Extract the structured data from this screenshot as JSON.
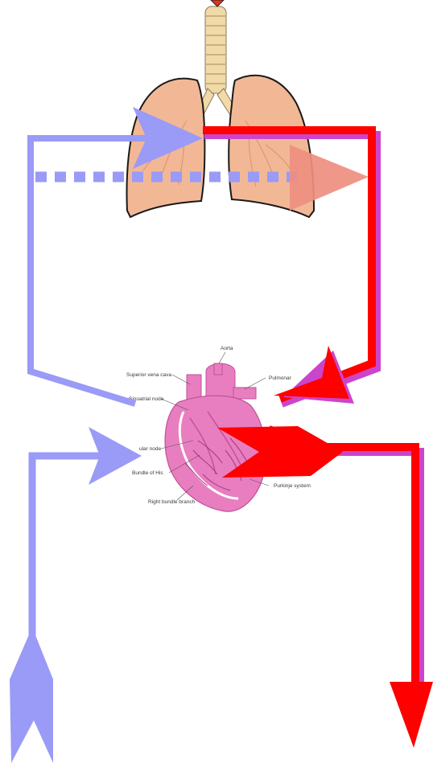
{
  "colors": {
    "deoxygenated": "#9A9AF7",
    "oxygenated": "#FF0000",
    "oxygenated_shadow": "#CC44CC",
    "lung_fill": "#F2B896",
    "lung_outline": "#1a1a1a",
    "heart_fill": "#E87EBF",
    "heart_dark": "#C2509A",
    "trachea": "#F1D9A8"
  },
  "heart_labels": {
    "aorta": "Aorta",
    "superior_vena_cava": "Superior vena cava",
    "pulmonary": "Pulmonar",
    "sinoatrial_node": "Sinoatrial node",
    "av_node": "ular node",
    "bundle_of_his": "Bundle of His",
    "purkinje": "Purkinje system",
    "right_bundle": "Right bundle branch"
  },
  "icons": {
    "lungs": "lungs-icon",
    "heart": "heart-anatomy-icon"
  }
}
